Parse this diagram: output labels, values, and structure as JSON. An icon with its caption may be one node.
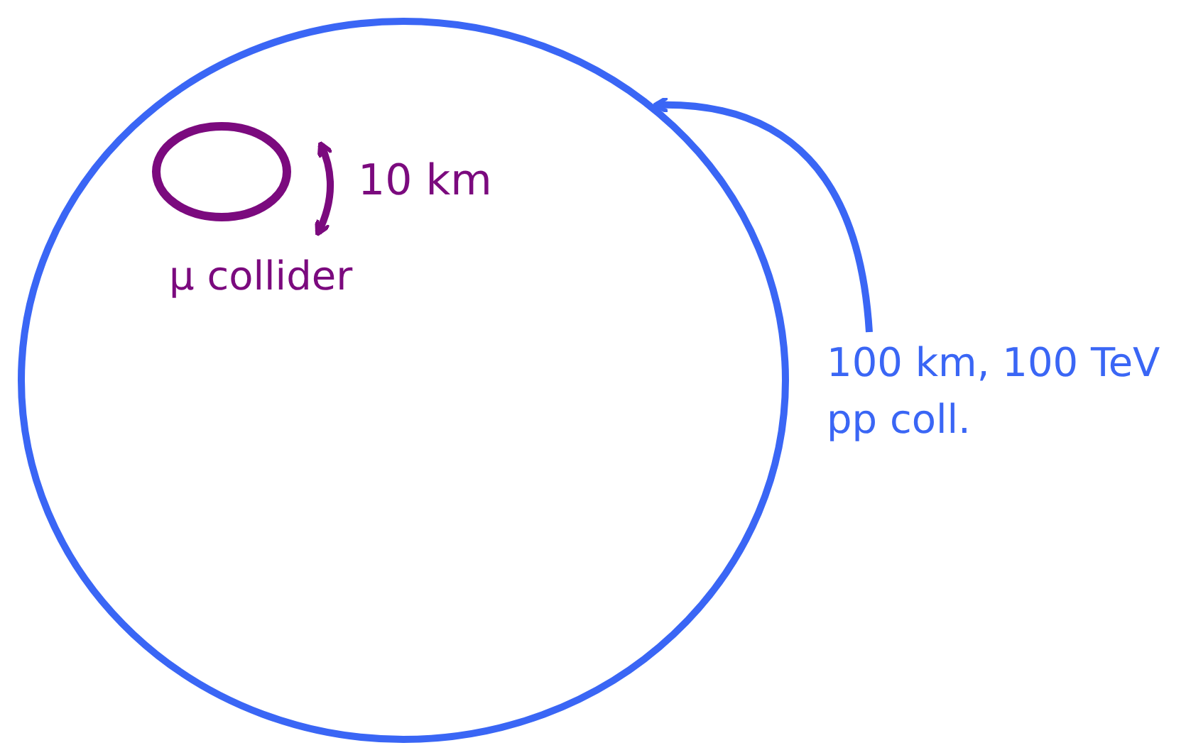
{
  "diagram": {
    "nodes": [
      {
        "text": [],
        "shape": "circle"
      },
      {
        "text": [],
        "shape": "circle",
        "in": 0,
        "beside": [
          "μ collider"
        ]
      },
      {
        "text": [
          "100 km, 100 TeV pp coll."
        ]
      }
    ],
    "edges": [
      {
        "from": 2,
        "to": 0,
        "arrow": "to"
      }
    ],
    "labels": [
      "10 km"
    ]
  }
}
